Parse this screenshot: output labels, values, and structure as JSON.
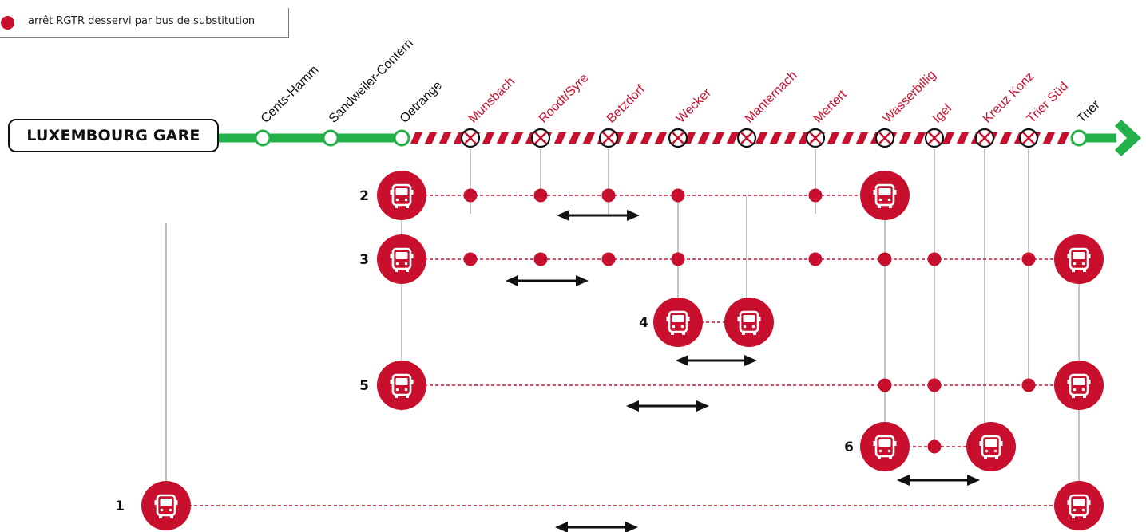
{
  "legend": {
    "label": "arrêt RGTR desservi par bus de substitution"
  },
  "origin": {
    "label": "LUXEMBOURG GARE"
  },
  "colors": {
    "served": "#25b14a",
    "closed": "#c8102e",
    "bus": "#c8102e",
    "text_dark": "#111111"
  },
  "stations": [
    {
      "name": "Cents-Hamm",
      "status": "open"
    },
    {
      "name": "Sandweiler-Contern",
      "status": "open"
    },
    {
      "name": "Oetrange",
      "status": "open"
    },
    {
      "name": "Munsbach",
      "status": "closed"
    },
    {
      "name": "Roodt/Syre",
      "status": "closed"
    },
    {
      "name": "Betzdorf",
      "status": "closed"
    },
    {
      "name": "Wecker",
      "status": "closed"
    },
    {
      "name": "Manternach",
      "status": "closed"
    },
    {
      "name": "Mertert",
      "status": "closed"
    },
    {
      "name": "Wasserbillig",
      "status": "closed"
    },
    {
      "name": "Igel",
      "status": "closed"
    },
    {
      "name": "Kreuz Konz",
      "status": "closed"
    },
    {
      "name": "Trier Süd",
      "status": "closed"
    },
    {
      "name": "Trier",
      "status": "open"
    }
  ],
  "lines": [
    {
      "label": "1",
      "from": "Luxembourg Gare",
      "to": "Trier",
      "stops": []
    },
    {
      "label": "2",
      "from": "Oetrange",
      "to": "Wasserbillig",
      "stops": [
        "Munsbach",
        "Roodt/Syre",
        "Betzdorf",
        "Wecker",
        "Mertert"
      ]
    },
    {
      "label": "3",
      "from": "Oetrange",
      "to": "Trier",
      "stops": [
        "Munsbach",
        "Roodt/Syre",
        "Betzdorf",
        "Wecker",
        "Mertert",
        "Wasserbillig",
        "Igel",
        "Trier Süd"
      ]
    },
    {
      "label": "4",
      "from": "Wecker",
      "to": "Manternach",
      "stops": []
    },
    {
      "label": "5",
      "from": "Oetrange",
      "to": "Trier",
      "stops": [
        "Wasserbillig",
        "Igel",
        "Trier Süd"
      ]
    },
    {
      "label": "6",
      "from": "Wasserbillig",
      "to": "Kreuz Konz",
      "stops": [
        "Igel"
      ]
    }
  ]
}
